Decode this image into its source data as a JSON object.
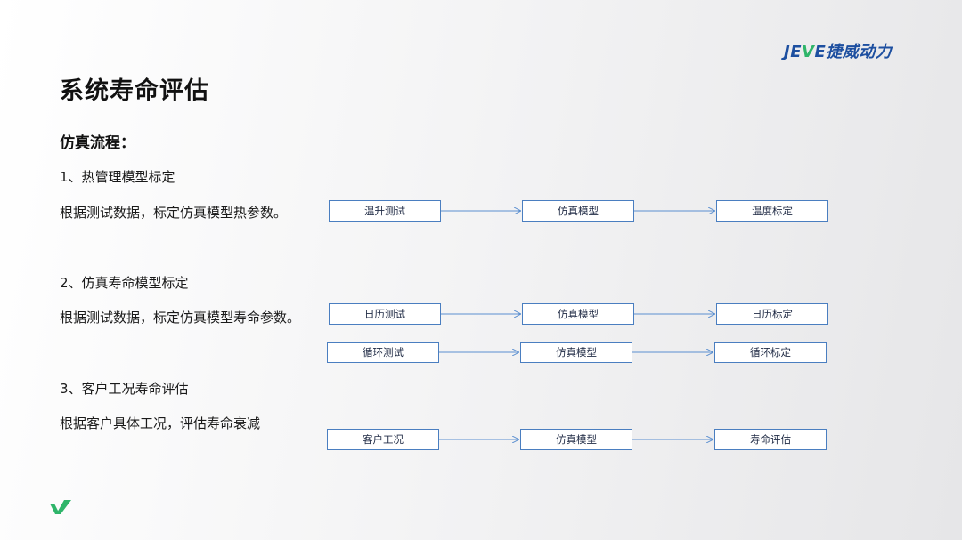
{
  "logo": {
    "prefix": "JE",
    "mark": "V",
    "suffix": "E",
    "cn": "捷威动力"
  },
  "title": "系统寿命评估",
  "subtitle": "仿真流程：",
  "sections": [
    {
      "heading": "1、热管理模型标定",
      "desc": "根据测试数据，标定仿真模型热参数。",
      "flows": [
        [
          "温升测试",
          "仿真模型",
          "温度标定"
        ]
      ]
    },
    {
      "heading": "2、仿真寿命模型标定",
      "desc": "根据测试数据，标定仿真模型寿命参数。",
      "flows": [
        [
          "日历测试",
          "仿真模型",
          "日历标定"
        ],
        [
          "循环测试",
          "仿真模型",
          "循环标定"
        ]
      ]
    },
    {
      "heading": "3、客户工况寿命评估",
      "desc": "根据客户具体工况，评估寿命衰减",
      "flows": [
        [
          "客户工况",
          "仿真模型",
          "寿命评估"
        ]
      ]
    }
  ],
  "colors": {
    "box_border": "#4a7ec0",
    "arrow": "#5b8fd0",
    "accent_green": "#2fb56a",
    "accent_blue": "#1d4fa0"
  }
}
